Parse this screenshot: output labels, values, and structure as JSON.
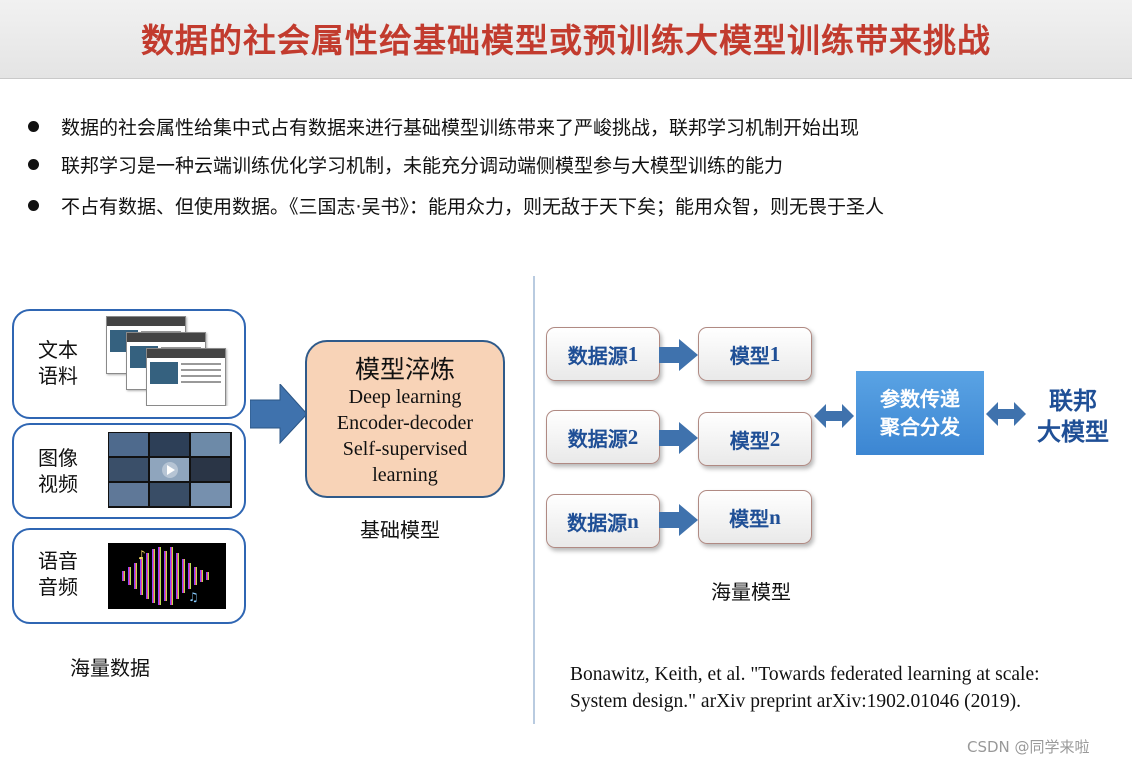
{
  "title": "数据的社会属性给基础模型或预训练大模型训练带来挑战",
  "bullets": [
    "数据的社会属性给集中式占有数据来进行基础模型训练带来了严峻挑战，联邦学习机制开始出现",
    "联邦学习是一种云端训练优化学习机制，未能充分调动端侧模型参与大模型训练的能力",
    "不占有数据、但使用数据。《三国志·吴书》：能用众力，则无敌于天下矣；能用众智，则无畏于圣人"
  ],
  "sources": [
    {
      "line1": "文本",
      "line2": "语料",
      "icon": "document-stack-icon"
    },
    {
      "line1": "图像",
      "line2": "视频",
      "icon": "video-grid-icon"
    },
    {
      "line1": "语音",
      "line2": "音频",
      "icon": "audio-wave-icon"
    }
  ],
  "sources_caption": "海量数据",
  "model": {
    "title": "模型淬炼",
    "lines": [
      "Deep learning",
      "Encoder-decoder",
      "Self-supervised",
      "learning"
    ],
    "caption": "基础模型"
  },
  "flow": [
    {
      "source_label": "数据源",
      "source_suffix": "1",
      "model_label": "模型",
      "model_suffix": "1"
    },
    {
      "source_label": "数据源",
      "source_suffix": "2",
      "model_label": "模型",
      "model_suffix": "2"
    },
    {
      "source_label": "数据源",
      "source_suffix": "n",
      "model_label": "模型",
      "model_suffix": "n"
    }
  ],
  "flow_caption": "海量模型",
  "aggregate": {
    "line1": "参数传递",
    "line2": "聚合分发"
  },
  "federated": {
    "line1": "联邦",
    "line2": "大模型"
  },
  "citation": {
    "line1": "Bonawitz, Keith, et al. \"Towards federated learning at scale:",
    "line2": "System design.\" arXiv preprint arXiv:1902.01046 (2019)."
  },
  "watermark": "CSDN @同学来啦",
  "colors": {
    "title": "#c23b2e",
    "card_border": "#2f66b3",
    "model_fill": "#f8d3b7",
    "flow_text": "#1f4f96",
    "arrow": "#3f72ad",
    "aggregate_fill": "#4a93dc"
  }
}
